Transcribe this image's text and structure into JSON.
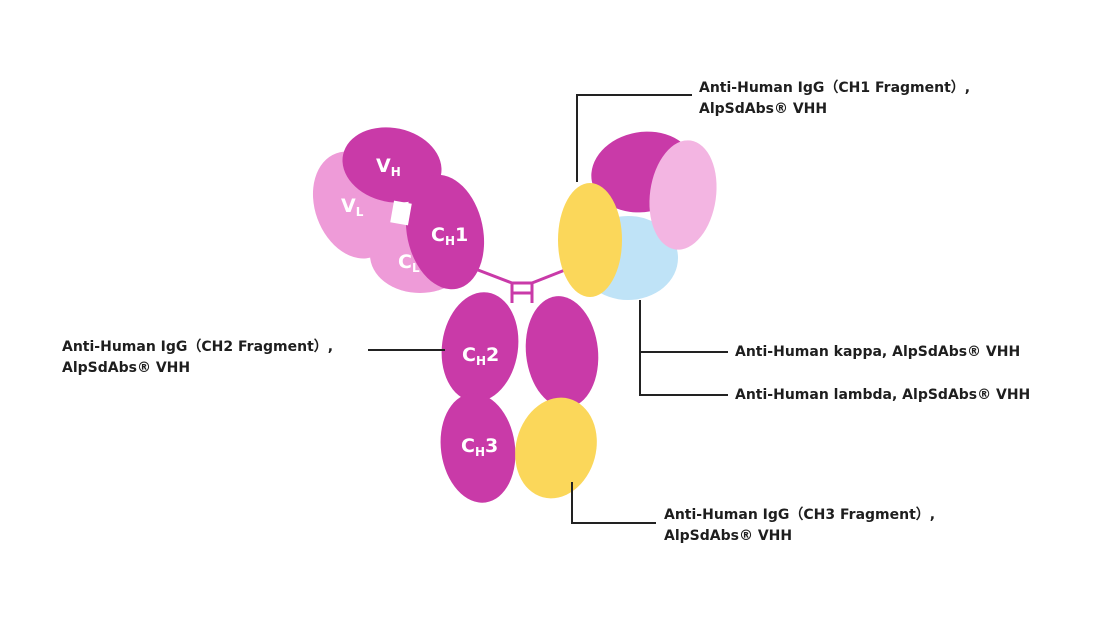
{
  "colors": {
    "heavy": "#c93aa8",
    "light": "#ee9bd8",
    "light_pale": "#f3b5e2",
    "binder_yellow": "#fbd75a",
    "binder_blue": "#bfe3f7",
    "hinge": "#c93aa8",
    "line": "#222222"
  },
  "domains": {
    "vh": {
      "main": "V",
      "sub": "H"
    },
    "vl": {
      "main": "V",
      "sub": "L"
    },
    "ch1": {
      "main": "C",
      "sub": "H",
      "suffix": "1"
    },
    "cl": {
      "main": "C",
      "sub": "L"
    },
    "ch2": {
      "main": "C",
      "sub": "H",
      "suffix": "2"
    },
    "ch3": {
      "main": "C",
      "sub": "H",
      "suffix": "3"
    }
  },
  "labels": {
    "ch1": {
      "line1": "Anti-Human  IgG（CH1 Fragment）,",
      "line2": "AlpSdAbs® VHH"
    },
    "ch2": {
      "line1": "Anti-Human  IgG（CH2 Fragment）,",
      "line2": "AlpSdAbs® VHH"
    },
    "kappa": {
      "line1": "Anti-Human kappa, AlpSdAbs® VHH"
    },
    "lambda": {
      "line1": "Anti-Human lambda, AlpSdAbs® VHH"
    },
    "ch3": {
      "line1": "Anti-Human  IgG（CH3 Fragment）,",
      "line2": "AlpSdAbs® VHH"
    }
  }
}
